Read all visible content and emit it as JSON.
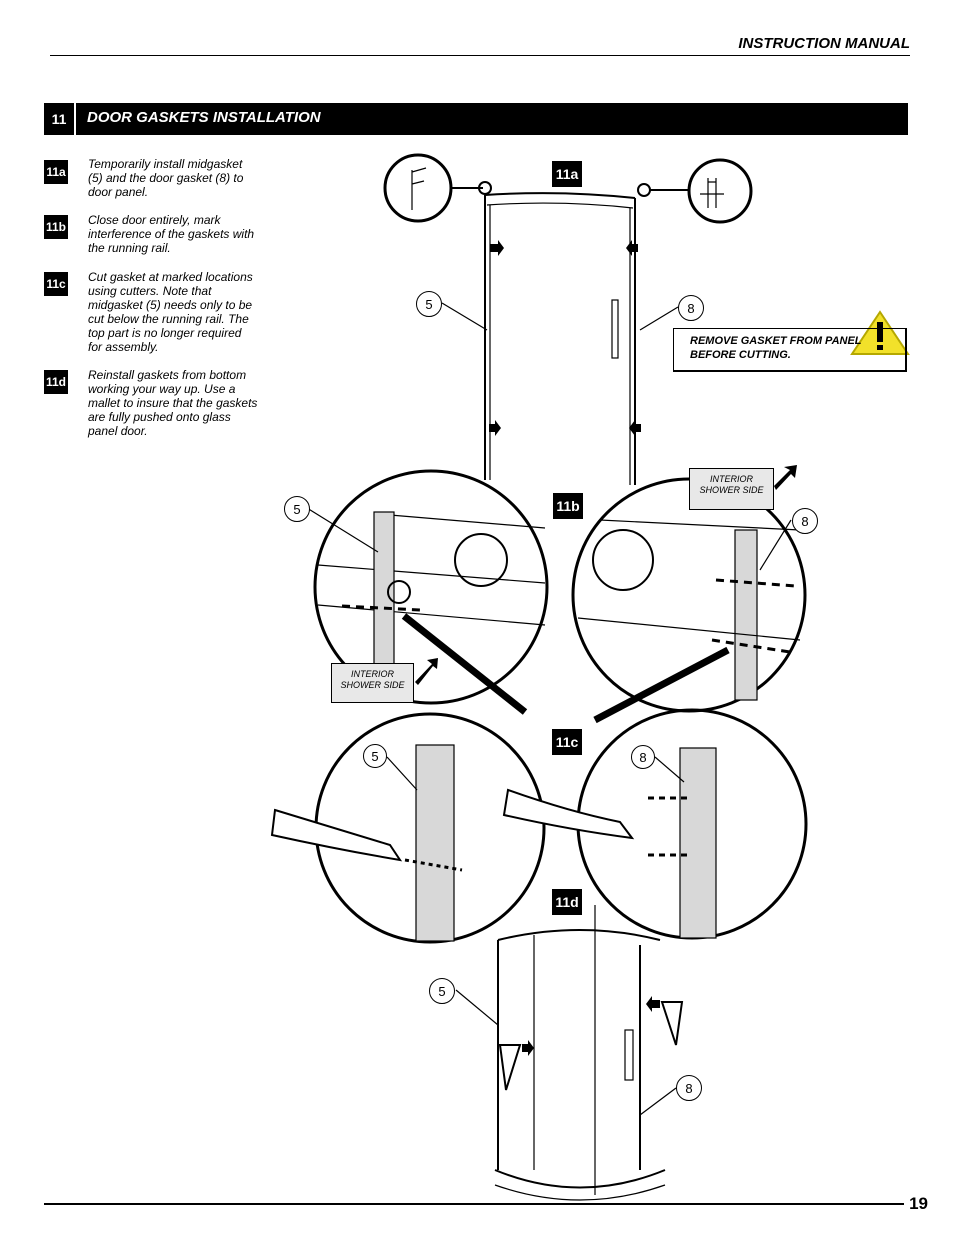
{
  "header": {
    "title": "INSTRUCTION MANUAL"
  },
  "section": {
    "number": "11",
    "title": "DOOR GASKETS  INSTALLATION"
  },
  "steps": [
    {
      "tag": "11a",
      "text": "Temporarily install midgasket (5) and the door gasket (8) to door panel."
    },
    {
      "tag": "11b",
      "text": "Close door entirely, mark interference of the gaskets with the running rail."
    },
    {
      "tag": "11c",
      "text": "Cut gasket at marked locations using cutters. Note that midgasket (5) needs only to be cut below the running rail. The top part is no longer required for assembly."
    },
    {
      "tag": "11d",
      "text": "Reinstall gaskets from bottom working your way up. Use a mallet to insure that the gaskets are fully pushed onto glass panel door."
    }
  ],
  "figures": {
    "a": "11a",
    "b": "11b",
    "c": "11c",
    "d": "11d"
  },
  "warning": {
    "text": "REMOVE GASKET FROM PANEL BEFORE CUTTING."
  },
  "interior_label": "INTERIOR SHOWER SIDE",
  "callouts": {
    "midgasket": "5",
    "door_gasket": "8"
  },
  "footer": {
    "page_number": "19"
  }
}
